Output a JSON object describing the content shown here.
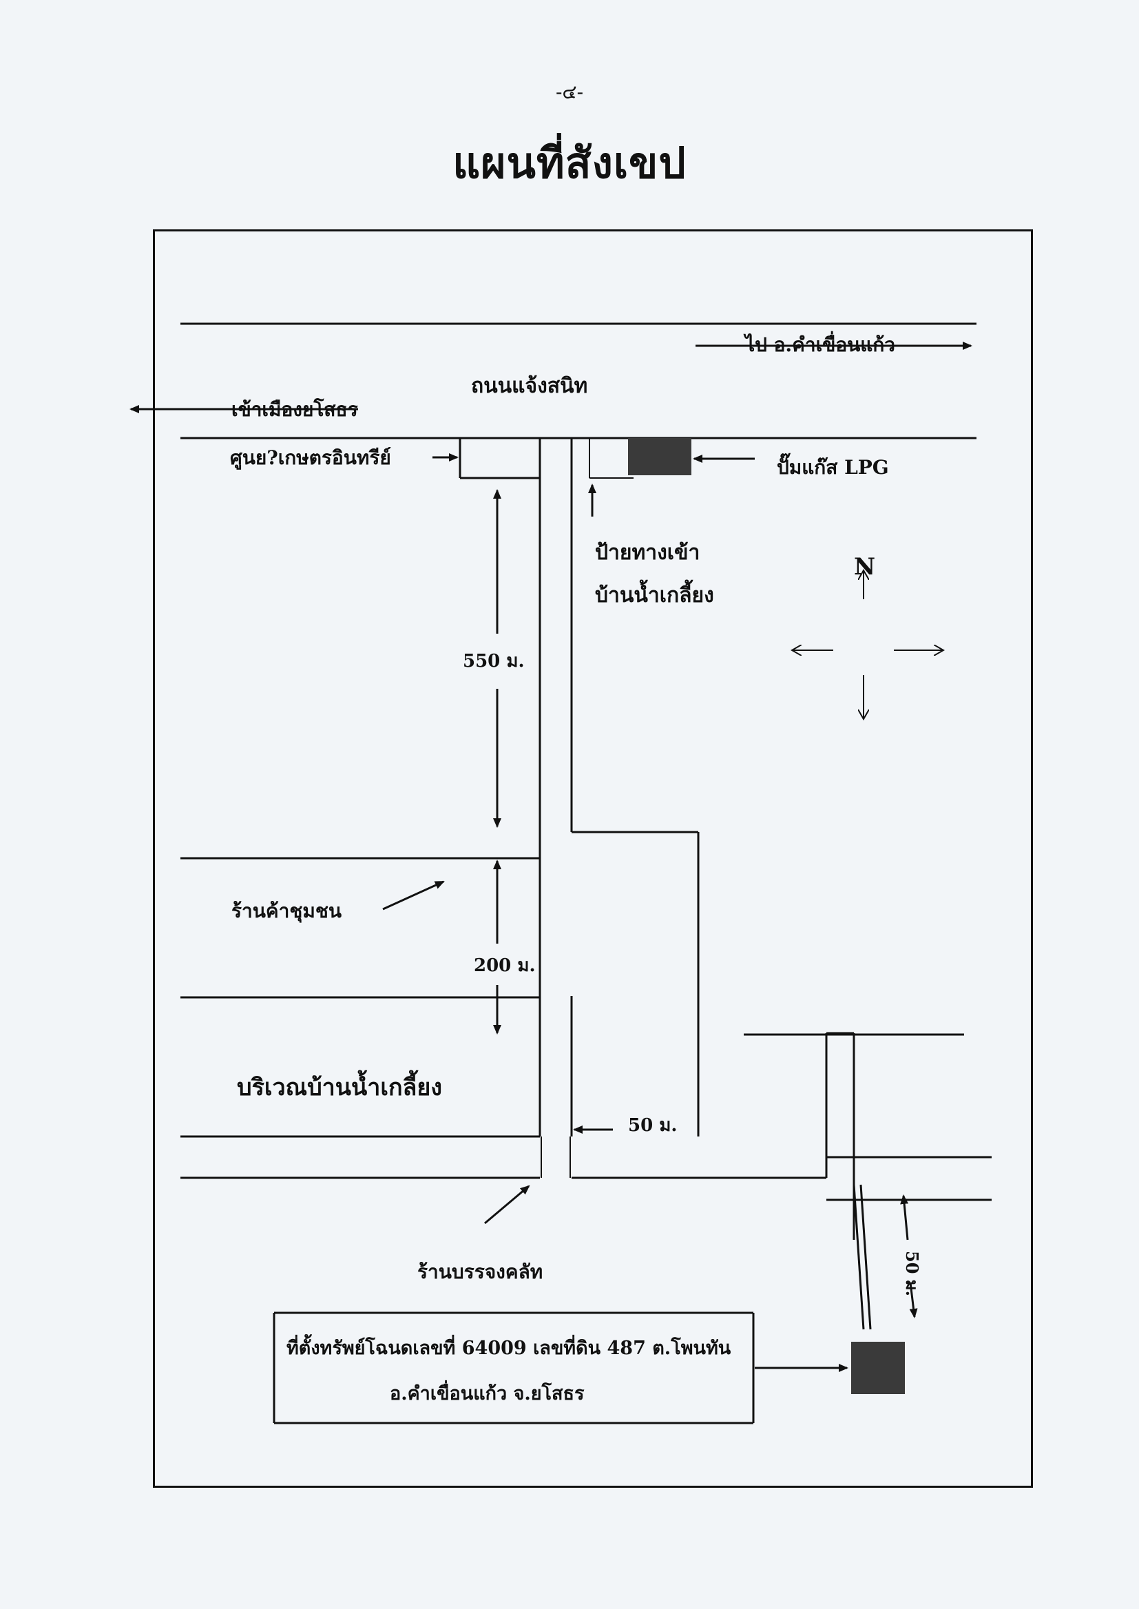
{
  "page": {
    "number": "-๔-",
    "title": "แผนที่สังเขป"
  },
  "map": {
    "labels": {
      "to_khamkhuankaeo": "ไป อ.คำเขื่อนแก้ว",
      "road_name": "ถนนแจ้งสนิท",
      "to_yasothon": "เข้าเมืองยโสธร",
      "organic_center": "ศูนย?เกษตรอินทรีย์",
      "lpg_pump": "ปั๊มแก๊ส LPG",
      "entrance_sign_line1": "ป้ายทางเข้า",
      "entrance_sign_line2": "บ้านน้ำเกลี้ยง",
      "north": "N",
      "dist_550": "550 ม.",
      "community_shop": "ร้านค้าชุมชน",
      "dist_200": "200 ม.",
      "village_area": "บริเวณบ้านน้ำเกลี้ยง",
      "dist_50": "50 ม.",
      "packing_shop": "ร้านบรรจงคลัท",
      "dist_50_rotated": "50 ม.",
      "property_line1": "ที่ตั้งทรัพย์โฉนดเลขที่ 64009 เลขที่ดิน 487 ต.โพนทัน",
      "property_line2": "อ.คำเขื่อนแก้ว จ.ยโสธร"
    },
    "colors": {
      "ink": "#111111",
      "paper": "#f2f5f8",
      "block_fill": "#3a3a3a"
    }
  }
}
